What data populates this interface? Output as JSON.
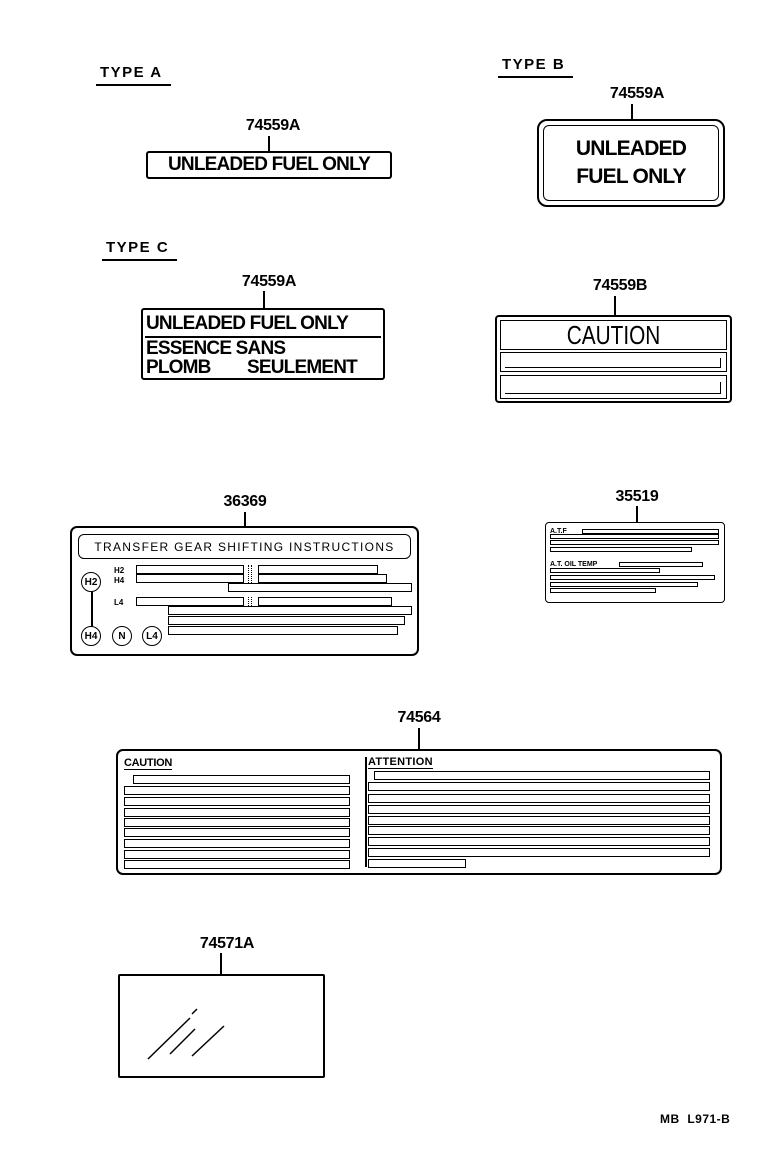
{
  "type_a": {
    "title": "TYPE A",
    "part_number": "74559A",
    "label_text": "UNLEADED FUEL ONLY"
  },
  "type_b": {
    "title": "TYPE B",
    "part_number": "74559A",
    "label_line1": "UNLEADED",
    "label_line2": "FUEL ONLY"
  },
  "type_c": {
    "title": "TYPE C",
    "part_number": "74559A",
    "label_line1": "UNLEADED FUEL ONLY",
    "label_line2": "ESSENCE SANS",
    "label_line3a": "PLOMB",
    "label_line3b": "SEULEMENT"
  },
  "caution_label": {
    "part_number": "74559B",
    "heading": "CAUTION"
  },
  "transfer_label": {
    "part_number": "36369",
    "heading": "TRANSFER GEAR SHIFTING INSTRUCTIONS",
    "row_labels": [
      "H2",
      "H4",
      "L4"
    ],
    "gear_positions": [
      "H2",
      "H4",
      "N",
      "L4"
    ]
  },
  "at_label": {
    "part_number": "35519",
    "section1": "A.T.F",
    "section2": "A.T. OIL TEMP"
  },
  "caution_attention_label": {
    "part_number": "74564",
    "left_heading": "CAUTION",
    "right_heading": "ATTENTION"
  },
  "blank_label": {
    "part_number": "74571A"
  },
  "footer": {
    "code": "MB  L971-B"
  }
}
